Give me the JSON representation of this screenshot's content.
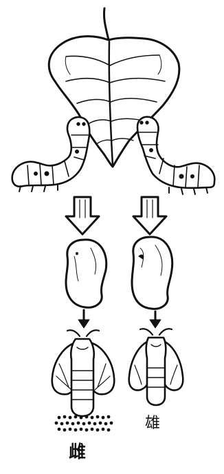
{
  "labels": {
    "female": "雌",
    "male": "雄"
  },
  "colors": {
    "ink": "#111111",
    "paper": "#ffffff"
  },
  "stages": [
    "mulberry-leaf",
    "silkworm-larva",
    "cocoon",
    "moth",
    "eggs"
  ]
}
